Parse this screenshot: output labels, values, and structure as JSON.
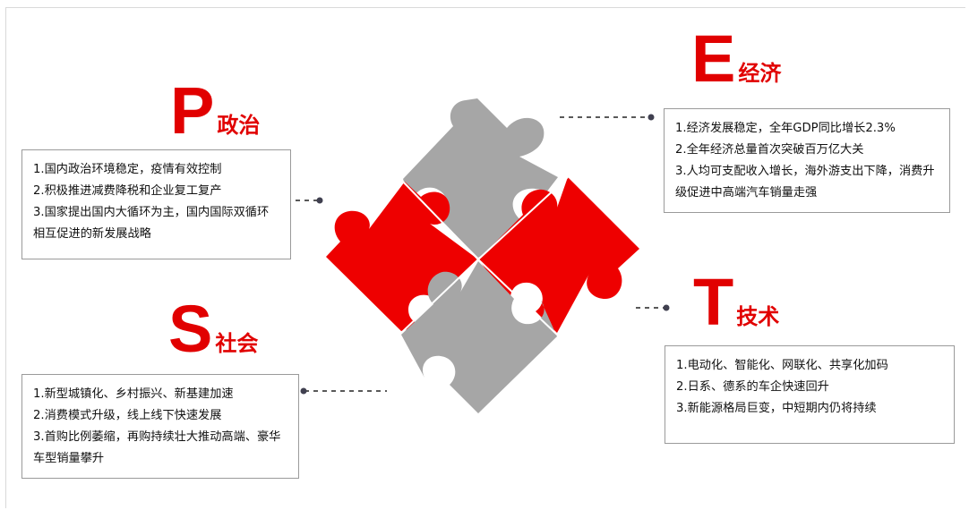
{
  "colors": {
    "accent": "#e00000",
    "neutral": "#a6a6a6",
    "connector": "#595959"
  },
  "quadrants": {
    "politics": {
      "letter": "P",
      "label": "政治",
      "items": [
        "1.国内政治环境稳定，疫情有效控制",
        "2.积极推进减费降税和企业复工复产",
        "3.国家提出国内大循环为主，国内国际双循环相互促进的新发展战略"
      ]
    },
    "economy": {
      "letter": "E",
      "label": "经济",
      "items": [
        "1.经济发展稳定，全年GDP同比增长2.3%",
        "2.全年经济总量首次突破百万亿大关",
        "3.人均可支配收入增长，海外游支出下降，消费升级促进中高端汽车销量走强"
      ]
    },
    "society": {
      "letter": "S",
      "label": "社会",
      "items": [
        "1.新型城镇化、乡村振兴、新基建加速",
        "2.消费模式升级，线上线下快速发展",
        "3.首购比例萎缩，再购持续壮大推动高端、豪华车型销量攀升"
      ]
    },
    "technology": {
      "letter": "T",
      "label": "技术",
      "items": [
        "1.电动化、智能化、网联化、共享化加码",
        "2.日系、德系的车企快速回升",
        "3.新能源格局巨变，中短期内仍将持续"
      ]
    }
  }
}
